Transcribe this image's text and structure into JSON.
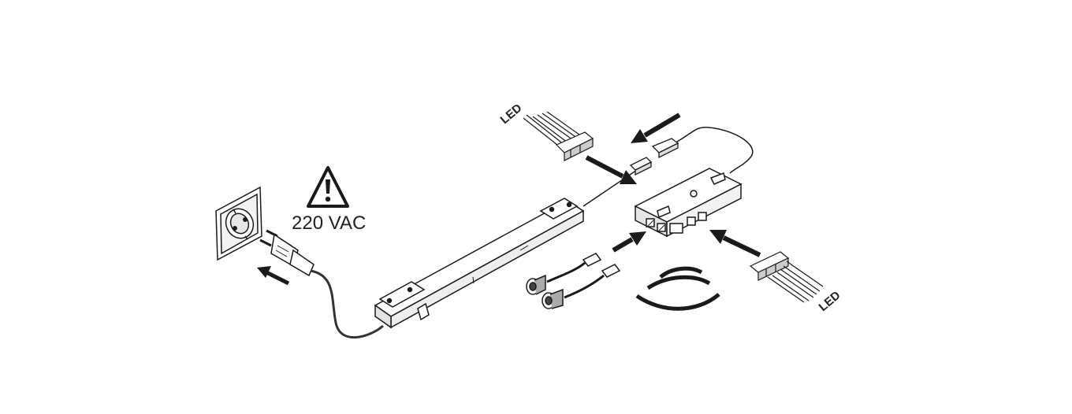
{
  "labels": {
    "voltage": "220 VAC",
    "led_top": "LED",
    "led_right": "LED"
  },
  "icons": [
    "warning-triangle-icon",
    "wall-socket-icon",
    "plug-icon",
    "sensor-wave-icon"
  ],
  "colors": {
    "line": "#1a1a1a",
    "arrow": "#1a1a1a",
    "background": "#ffffff"
  }
}
